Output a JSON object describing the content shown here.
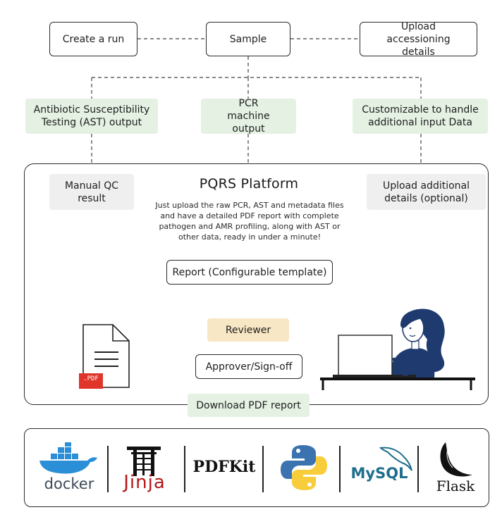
{
  "flow": {
    "create_run": "Create a run",
    "sample": "Sample",
    "upload_accessioning": "Upload accessioning details",
    "ast_output": "Antibiotic Susceptibility Testing (AST) output",
    "pcr_output": "PCR machine output",
    "customizable": "Customizable to handle additional input Data",
    "manual_qc": "Manual QC result",
    "upload_additional": "Upload additional details (optional)",
    "report": "Report (Configurable template)",
    "reviewer": "Reviewer",
    "approver": "Approver/Sign-off",
    "download": "Download PDF report"
  },
  "platform": {
    "title": "PQRS Platform",
    "description": "Just upload the raw PCR, AST and metadata files and have a detailed PDF report with complete pathogen and AMR profiling, along with AST or other data, ready in under a minute!"
  },
  "pdf_icon_label": ".PDF",
  "tech_stack": {
    "docker": "docker",
    "jinja": "Jinja",
    "pdfkit": "PDFKit",
    "mysql": "MySQL",
    "flask": "Flask"
  },
  "colors": {
    "green_fill": "#e4f1e3",
    "gray_fill": "#efefef",
    "tan_fill": "#f8e7c4",
    "pdf_red": "#e0352b",
    "navy": "#1e3a6e",
    "docker_blue": "#2a8fd6",
    "jinja_red": "#b41717",
    "python_blue": "#3a73b0",
    "python_yellow": "#f7cd3b",
    "mysql_blue": "#1f6e8c",
    "mysql_orange": "#e48e00"
  }
}
